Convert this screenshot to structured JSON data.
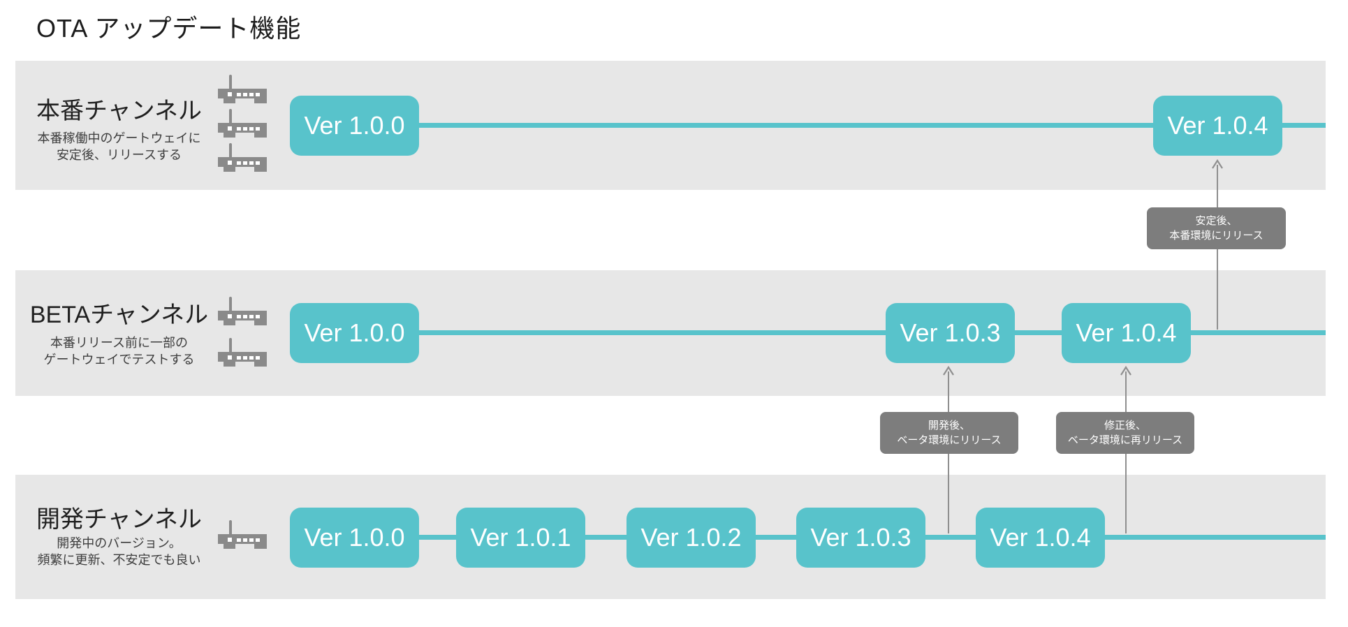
{
  "title": "OTA アップデート機能",
  "colors": {
    "version_box_teal": "#58c3cb",
    "band_gray": "#e7e7e7",
    "note_gray": "#7d7d7d",
    "arrow_gray": "#8f8f8f"
  },
  "channels": [
    {
      "name": "本番チャンネル",
      "desc_line1": "本番稼働中のゲートウェイに",
      "desc_line2": "安定後、リリースする",
      "gateway_count": 3,
      "versions": [
        "Ver 1.0.0",
        "Ver 1.0.4"
      ]
    },
    {
      "name": "BETAチャンネル",
      "desc_line1": "本番リリース前に一部の",
      "desc_line2": "ゲートウェイでテストする",
      "gateway_count": 2,
      "versions": [
        "Ver 1.0.0",
        "Ver 1.0.3",
        "Ver 1.0.4"
      ]
    },
    {
      "name": "開発チャンネル",
      "desc_line1": "開発中のバージョン。",
      "desc_line2": "頻繁に更新、不安定でも良い",
      "gateway_count": 1,
      "versions": [
        "Ver 1.0.0",
        "Ver 1.0.1",
        "Ver 1.0.2",
        "Ver 1.0.3",
        "Ver 1.0.4"
      ]
    }
  ],
  "annotations": [
    {
      "line1": "安定後、",
      "line2": "本番環境にリリース"
    },
    {
      "line1": "開発後、",
      "line2": "ベータ環境にリリース"
    },
    {
      "line1": "修正後、",
      "line2": "ベータ環境に再リリース"
    }
  ]
}
